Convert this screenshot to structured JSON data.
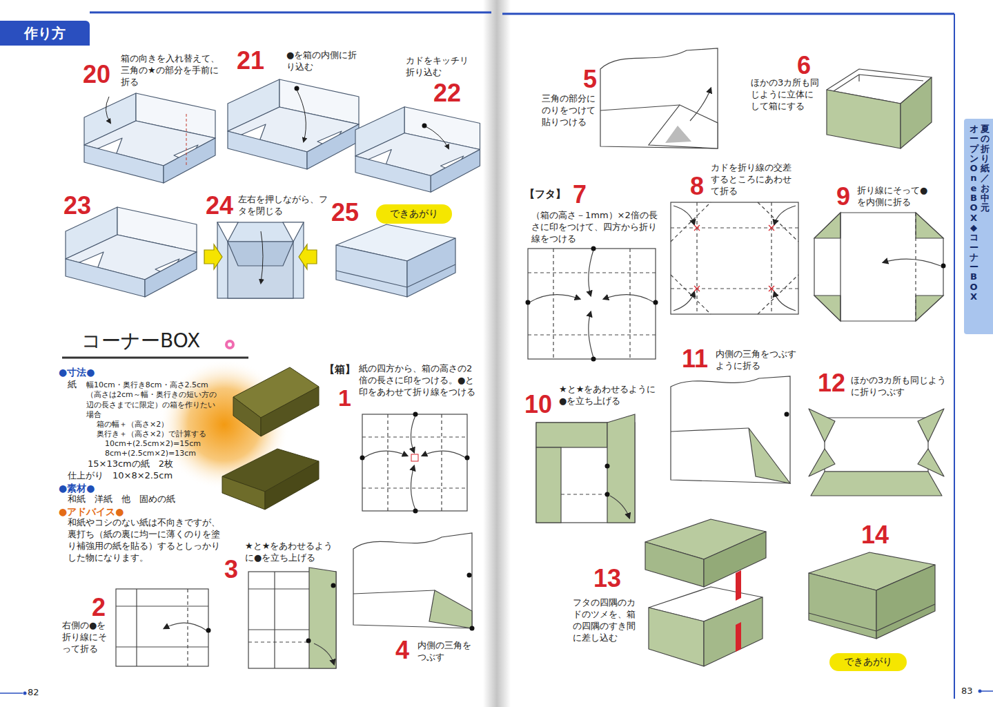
{
  "diagram": {
    "title": "コーナーBOX",
    "nodes": [
      {
        "text": [
          "作り方"
        ]
      },
      {
        "text": [
          "できあがり"
        ]
      },
      {
        "text": [
          "できあがり"
        ]
      },
      {
        "text": [
          "夏の折り紙／お中元",
          "オープンOneBOX◆コーナーBOX"
        ]
      }
    ],
    "labels": [
      "20",
      "箱の向きを入れ替えて、三角の★の部分を手前に折る",
      "21",
      "●を箱の内側に折り込む",
      "22",
      "カドをキッチリ折り込む",
      "23",
      "24",
      "左右を押しながら、フタを閉じる",
      "25",
      "●寸法●",
      "紙",
      "幅10cm・奥行き8cm・高さ2.5cm（高さは2cm～幅・奥行きの短い方の辺の長さまでに限定）の箱を作りたい場合",
      "箱の幅＋（高さ×2）",
      "奥行き＋（高さ×2）で計算する",
      "10cm+(2.5cm×2)=15cm",
      "8cm+(2.5cm×2)=13cm",
      "15×13cmの紙　2枚",
      "仕上がり　10×8×2.5cm",
      "●素材●",
      "和紙　洋紙　他　固めの紙",
      "●アドバイス●",
      "和紙やコシのない紙は不向きですが、裏打ち（紙の裏に均一に薄くのりを塗り補強用の紙を貼る）するとしっかりした物になります。",
      "【箱】",
      "1",
      "紙の四方から、箱の高さの2倍の長さに印をつける。●と印をあわせて折り線をつける",
      "2",
      "右側の●を折り線にそって折る",
      "3",
      "★と★をあわせるように●を立ち上げる",
      "4",
      "内側の三角をつぶす",
      "82",
      "5",
      "三角の部分にのりをつけて貼りつける",
      "6",
      "ほかの3カ所も同じように立体にして箱にする",
      "【フタ】",
      "7",
      "（箱の高さ－1mm）×2倍の長さに印をつけて、四方から折り線をつける",
      "8",
      "カドを折り線の交差するところにあわせて折る",
      "9",
      "折り線にそって●を内側に折る",
      "10",
      "★と★をあわせるように●を立ち上げる",
      "11",
      "内側の三角をつぶすように折る",
      "12",
      "ほかの3カ所も同じように折りつぶす",
      "13",
      "フタの四隅のカドのツメを、箱の四隅のすき間に差し込む",
      "14",
      "83"
    ]
  }
}
